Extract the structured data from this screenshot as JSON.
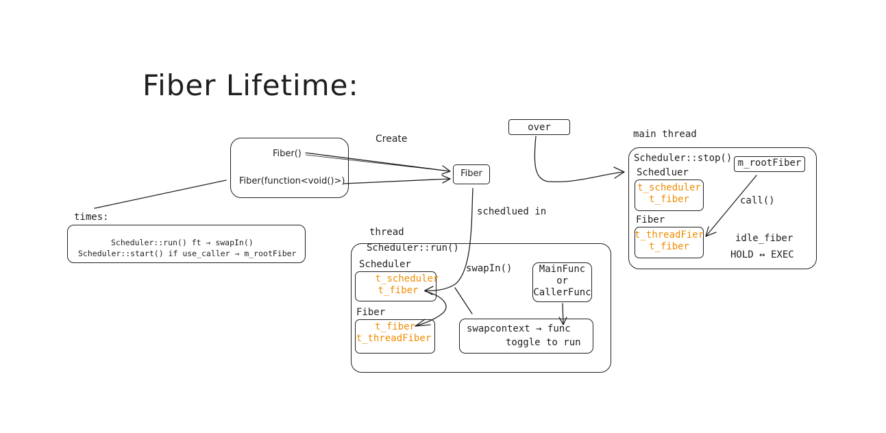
{
  "title": "Fiber Lifetime:",
  "colors": {
    "stroke": "#1e1e1e",
    "accent": "#f08c00",
    "background": "#ffffff"
  },
  "constructors": {
    "default": "Fiber()",
    "with_func": "Fiber(function<void()>)"
  },
  "labels": {
    "create": "Create",
    "over": "over",
    "schedlued_in": "schedlued in",
    "swapIn": "swapIn()",
    "call": "call()",
    "thread": "thread",
    "main_thread": "main thread",
    "times": "times:"
  },
  "fiber_node": "Fiber",
  "times_box": {
    "line1": "Scheduler::run() ft → swapIn()",
    "line2": "Scheduler::start() if use_caller → m_rootFiber"
  },
  "thread_panel": {
    "title": "Scheduler::run()",
    "scheduler_label": "Scheduler",
    "scheduler_vars": [
      "t_scheduler",
      "t_fiber"
    ],
    "fiber_label": "Fiber",
    "fiber_vars": [
      "t_fiber",
      "t_threadFiber"
    ],
    "mainfunc": [
      "MainFunc",
      "or",
      "CallerFunc"
    ],
    "swapcontext": [
      "swapcontext → func",
      "toggle to run"
    ]
  },
  "main_panel": {
    "title": "Scheduler::stop()",
    "root_fiber": "m_rootFiber",
    "scheduler_label": "Schedluer",
    "scheduler_vars": [
      "t_scheduler",
      "t_fiber"
    ],
    "fiber_label": "Fiber",
    "fiber_vars": [
      "t_threadFier",
      "t_fiber"
    ],
    "idle": "idle_fiber",
    "states": "HOLD ↔ EXEC"
  }
}
